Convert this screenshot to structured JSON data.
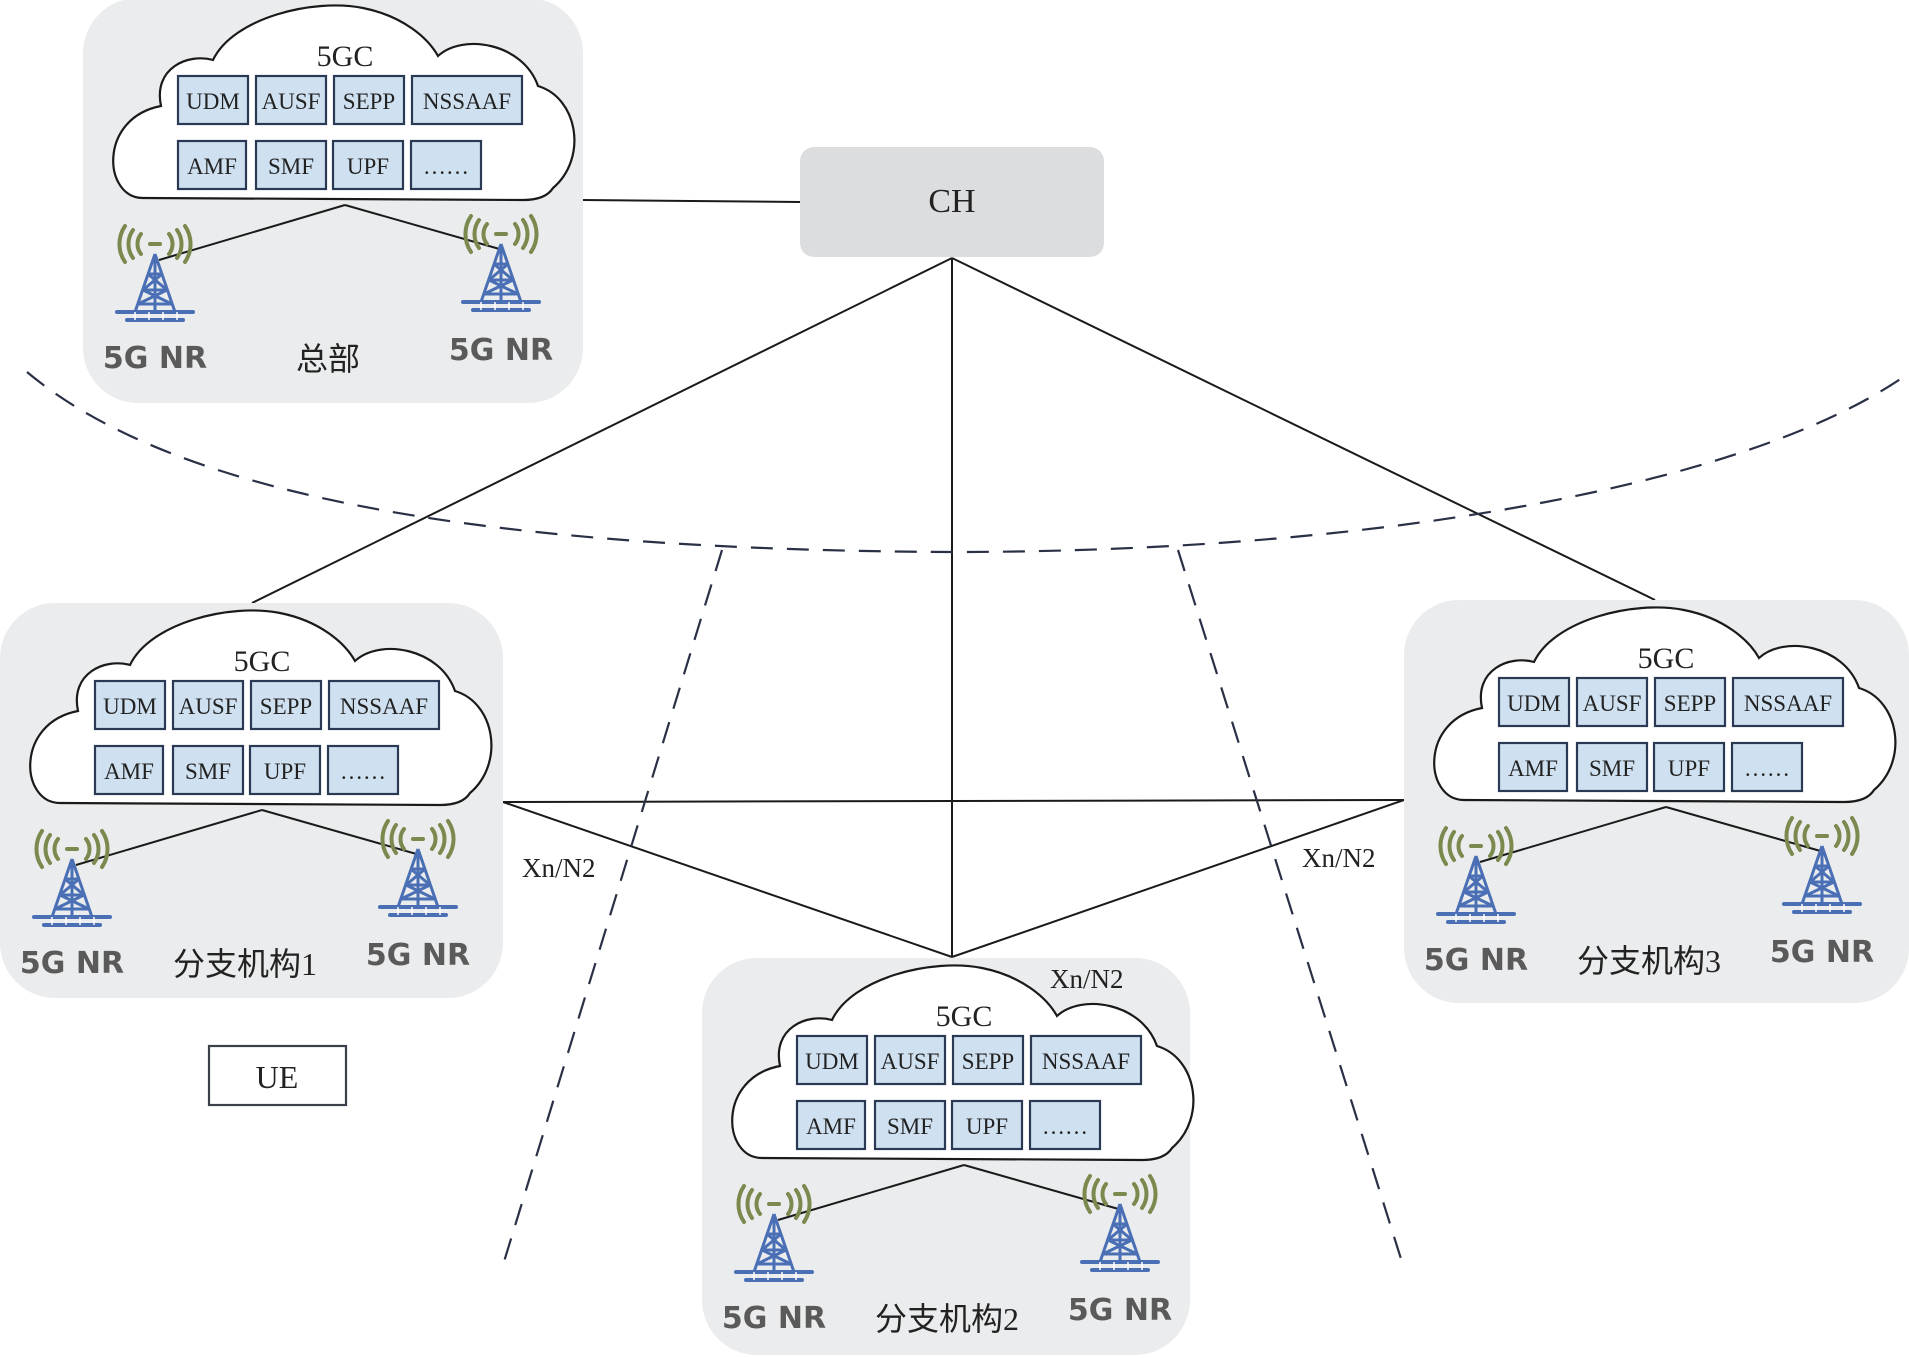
{
  "title": "5G private network: headquarters and branch 5GC deployment",
  "colors": {
    "site_background": "#ebeced",
    "nf_box_fill": "#cfe0f0",
    "nf_box_border": "#2a3a55",
    "ch_fill": "#dcdddf",
    "tower_blue": "#4a6fb5",
    "signal_green": "#7a8a4e",
    "nr_label": "#5a5a5a"
  },
  "ch": {
    "label": "CH"
  },
  "ue": {
    "label": "UE"
  },
  "interface_labels": [
    "Xn/N2",
    "Xn/N2",
    "Xn/N2"
  ],
  "core_label": "5GC",
  "nf_row1": [
    "UDM",
    "AUSF",
    "SEPP",
    "NSSAAF"
  ],
  "nf_row2": [
    "AMF",
    "SMF",
    "UPF",
    "……"
  ],
  "radio_label": "5G NR",
  "sites": [
    {
      "id": "hq",
      "name": "总部"
    },
    {
      "id": "branch1",
      "name": "分支机构1"
    },
    {
      "id": "branch2",
      "name": "分支机构2"
    },
    {
      "id": "branch3",
      "name": "分支机构3"
    }
  ],
  "icons": {
    "tower": "cell-tower-icon",
    "cloud": "cloud-icon"
  }
}
